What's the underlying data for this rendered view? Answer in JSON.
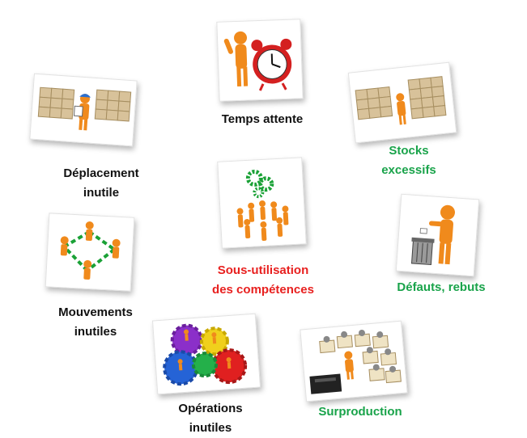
{
  "labels": {
    "temps_attente": "Temps attente",
    "stocks_excessifs_1": "Stocks",
    "stocks_excessifs_2": "excessifs",
    "deplacement_inutile_1": "Déplacement",
    "deplacement_inutile_2": "inutile",
    "sous_utilisation_1": "Sous-utilisation",
    "sous_utilisation_2": "des compétences",
    "defauts_rebuts": "Défauts, rebuts",
    "mouvements_inutiles_1": "Mouvements",
    "mouvements_inutiles_2": "inutiles",
    "operations_inutiles_1": "Opérations",
    "operations_inutiles_2": "inutiles",
    "surproduction": "Surproduction"
  },
  "colors": {
    "black_label": "#111111",
    "green_label": "#19a34a",
    "red_label": "#e8201f",
    "figure_orange": "#f08a1c",
    "box_tan": "#d8c29a"
  },
  "icons": [
    "clock-icon",
    "boxes-icon",
    "gears-icon",
    "trash-icon",
    "network-icon",
    "colored-gears-icon",
    "production-icon"
  ]
}
